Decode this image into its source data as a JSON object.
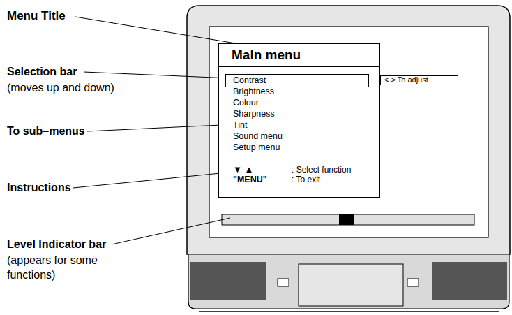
{
  "diagram": {
    "nodes": [
      {
        "text": [
          "Main menu"
        ]
      },
      {
        "text": [
          "Brightness",
          "Colour",
          "Sharpness",
          "Tint",
          "Sound menu",
          "Setup menu",
          "▼ ▲",
          ": Select function",
          "\"MENU\"",
          ": To exit"
        ]
      },
      {
        "text": [
          "Contrast"
        ],
        "in": 1
      },
      {
        "text": [
          "< > To adjust"
        ]
      }
    ],
    "labels": [
      "Menu Title",
      "Selection bar",
      "(moves up and down)",
      "To sub–menus",
      "Instructions",
      "Level Indicator bar",
      "(appears for some functions)"
    ]
  }
}
